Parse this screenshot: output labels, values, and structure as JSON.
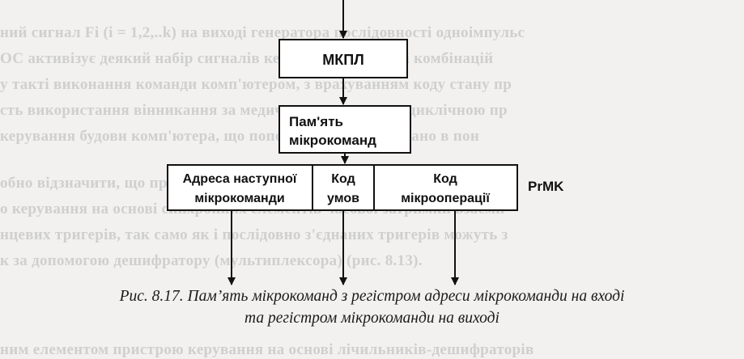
{
  "background_text": [
    "ний сигнал Fi (i = 1,2,..k) на виході генератора послідовності одноімпульс",
    "ОС активізує деякий набір сигналів керування на виході комбінацій",
    "у такті виконання команди комп'ютером, з врахуванням коду стану пр",
    "сть використання вінникання за медичним поясненням циклічною пр",
    "керування будови комп'ютера, що попередньо було показано в пон",
    "",
    "обно відзначити, що пристрої міcроок та алгоритм використаний",
    "о керування на основі синхронних елементів часової затримки взаємн",
    "нцевих тригерів, так само як і послідовно з'єднаних тригерів можуть з",
    "к за допомогою дешифратору (мультиплексора) (рис. 8.13).",
    "",
    "",
    "ним елементом пристрою керування на основі лічильників-дешифраторів"
  ],
  "diagram": {
    "box_top": "МКПЛ",
    "box_memory_line1": "Пам'ять",
    "box_memory_line2": "мікрокоманд",
    "register_fields": [
      {
        "line1": "Адреса наступної",
        "line2": "мікрокоманди"
      },
      {
        "line1": "Код",
        "line2": "умов"
      },
      {
        "line1": "Код",
        "line2": "мікрооперації"
      }
    ],
    "register_label": "PrMK"
  },
  "caption": {
    "line1": "Рис. 8.17. Пам’ять мікрокоманд з регістром адреси мікрокоманди на вході",
    "line2": "та регістром мікрокоманди на виході"
  }
}
